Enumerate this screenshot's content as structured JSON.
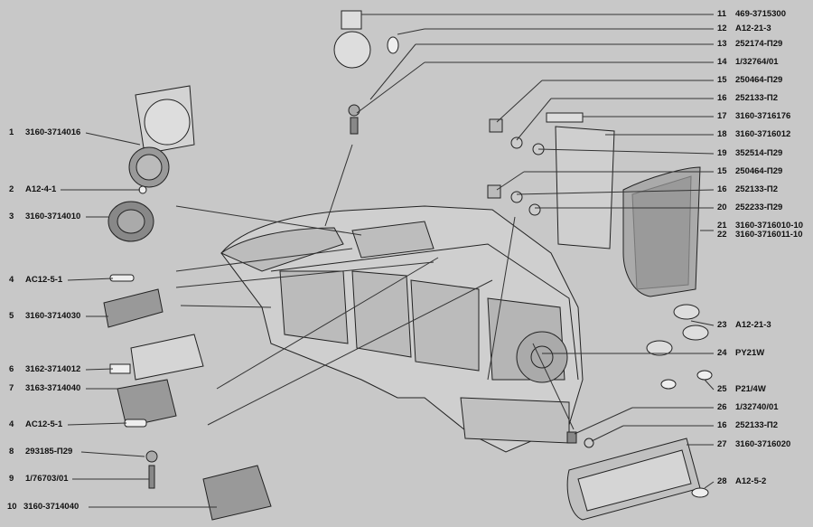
{
  "left_callouts": [
    {
      "num": "1",
      "code": "3160-3714016"
    },
    {
      "num": "2",
      "code": "A12-4-1"
    },
    {
      "num": "3",
      "code": "3160-3714010"
    },
    {
      "num": "4",
      "code": "AC12-5-1"
    },
    {
      "num": "5",
      "code": "3160-3714030"
    },
    {
      "num": "6",
      "code": "3162-3714012"
    },
    {
      "num": "7",
      "code": "3163-3714040"
    },
    {
      "num": "4",
      "code": "AC12-5-1"
    },
    {
      "num": "8",
      "code": "293185-П29"
    },
    {
      "num": "9",
      "code": "1/76703/01"
    },
    {
      "num": "10",
      "code": "3160-3714040"
    }
  ],
  "right_callouts": [
    {
      "num": "11",
      "code": "469-3715300"
    },
    {
      "num": "12",
      "code": "A12-21-3"
    },
    {
      "num": "13",
      "code": "252174-П29"
    },
    {
      "num": "14",
      "code": "1/32764/01"
    },
    {
      "num": "15",
      "code": "250464-П29"
    },
    {
      "num": "16",
      "code": "252133-П2"
    },
    {
      "num": "17",
      "code": "3160-3716176"
    },
    {
      "num": "18",
      "code": "3160-3716012"
    },
    {
      "num": "19",
      "code": "352514-П29"
    },
    {
      "num": "15",
      "code": "250464-П29"
    },
    {
      "num": "16",
      "code": "252133-П2"
    },
    {
      "num": "20",
      "code": "252233-П29"
    },
    {
      "num": "21",
      "code": "3160-3716010-10"
    },
    {
      "num": "22",
      "code": "3160-3716011-10"
    },
    {
      "num": "23",
      "code": "A12-21-3"
    },
    {
      "num": "24",
      "code": "PY21W"
    },
    {
      "num": "25",
      "code": "P21/4W"
    },
    {
      "num": "26",
      "code": "1/32740/01"
    },
    {
      "num": "16",
      "code": "252133-П2"
    },
    {
      "num": "27",
      "code": "3160-3716020"
    },
    {
      "num": "28",
      "code": "A12-5-2"
    }
  ]
}
